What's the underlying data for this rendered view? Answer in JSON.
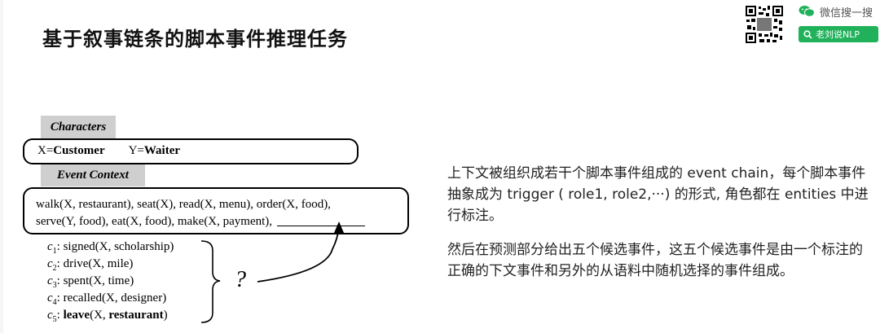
{
  "header": {
    "title": "基于叙事链条的脚本事件推理任务",
    "accent_color": "#3d9b4b",
    "wechat_label": "微信搜一搜",
    "search_label": "老刘说NLP",
    "search_color": "#21b15a"
  },
  "figure": {
    "characters_label": "Characters",
    "characters": {
      "x_prefix": "X=",
      "x_role": "Customer",
      "y_prefix": "Y=",
      "y_role": "Waiter"
    },
    "event_context_label": "Event Context",
    "context_line1": "walk(X, restaurant), seat(X), read(X, menu), order(X, food),",
    "context_line2": "serve(Y, food), eat(X, food), make(X, payment),",
    "question_mark": "?",
    "candidates": [
      {
        "c": "c",
        "sub": "1",
        "text": ": signed(X, scholarship)"
      },
      {
        "c": "c",
        "sub": "2",
        "text": ": drive(X, mile)"
      },
      {
        "c": "c",
        "sub": "3",
        "text": ": spent(X, time)"
      },
      {
        "c": "c",
        "sub": "4",
        "text": ": recalled(X, designer)"
      }
    ],
    "candidate5": {
      "c": "c",
      "sub": "5",
      "sep": ": ",
      "verb": "leave",
      "arg_open": "(X, ",
      "arg_bold": "restaurant",
      "arg_close": ")"
    }
  },
  "description": {
    "para1": "上下文被组织成若干个脚本事件组成的 event chain，每个脚本事件抽象成为 trigger ( role1, role2,···) 的形式, 角色都在 entities 中进行标注。",
    "para2": "然后在预测部分给出五个候选事件，这五个候选事件是由一个标注的正确的下文事件和另外的从语料中随机选择的事件组成。"
  }
}
